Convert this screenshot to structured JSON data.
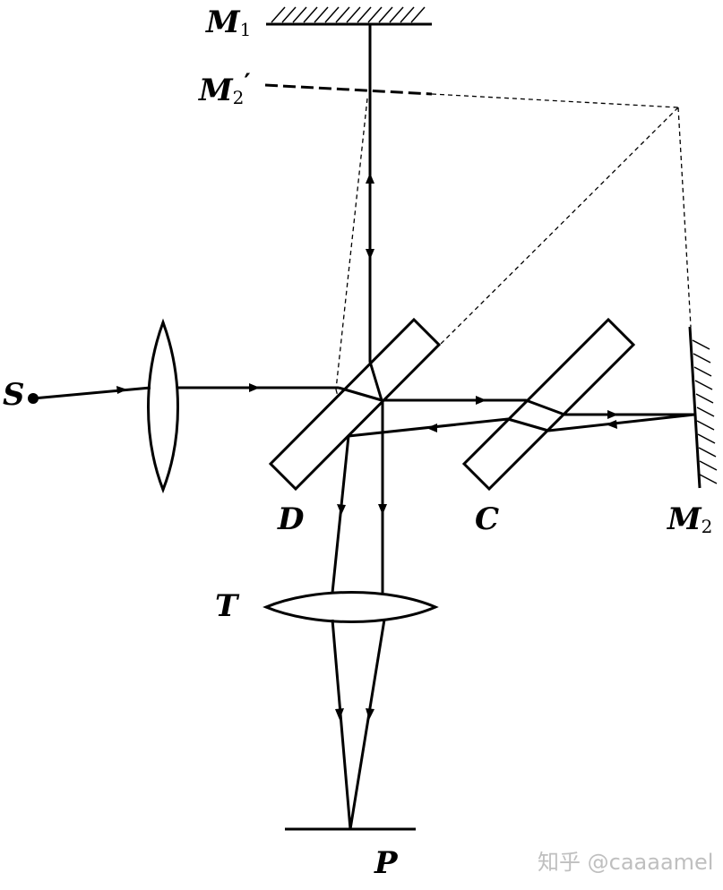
{
  "labels": {
    "m1": {
      "main": "M",
      "sub": "1"
    },
    "m2_prime": {
      "main": "M",
      "sub": "2",
      "prime": "′"
    },
    "s": "S",
    "d": "D",
    "c": "C",
    "m2": {
      "main": "M",
      "sub": "2"
    },
    "t": "T",
    "p": "P"
  },
  "watermark": "知乎 @caaaamel",
  "colors": {
    "ink": "#000000",
    "watermark": "#bfbfbf"
  }
}
